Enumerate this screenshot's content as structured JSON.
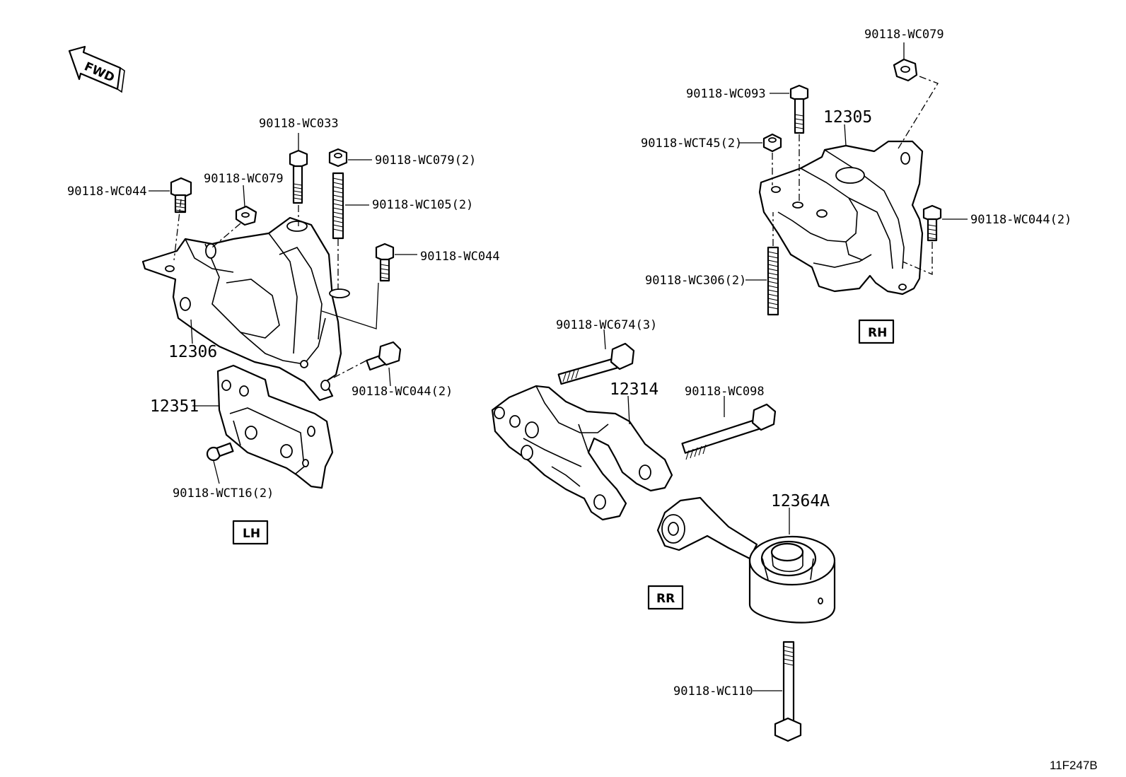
{
  "fwd_label": "FWD",
  "drawing_code": "11F247B",
  "sections": {
    "lh": "LH",
    "rh": "RH",
    "rr": "RR"
  },
  "parts": {
    "p12306": "12306",
    "p12351": "12351",
    "p12305": "12305",
    "p12314": "12314",
    "p12364a": "12364A"
  },
  "fasteners": {
    "lh_wc044_top": "90118-WC044",
    "lh_wc079": "90118-WC079",
    "lh_wc033": "90118-WC033",
    "lh_wc079x2": "90118-WC079(2)",
    "lh_wc105x2": "90118-WC105(2)",
    "lh_wc044_right": "90118-WC044",
    "lh_wc044x2": "90118-WC044(2)",
    "lh_wct16x2": "90118-WCT16(2)",
    "rh_wc079": "90118-WC079",
    "rh_wc093": "90118-WC093",
    "rh_wct45x2": "90118-WCT45(2)",
    "rh_wc044x2": "90118-WC044(2)",
    "rh_wc306x2": "90118-WC306(2)",
    "rr_wc674x3": "90118-WC674(3)",
    "rr_wc098": "90118-WC098",
    "rr_wc110": "90118-WC110"
  }
}
